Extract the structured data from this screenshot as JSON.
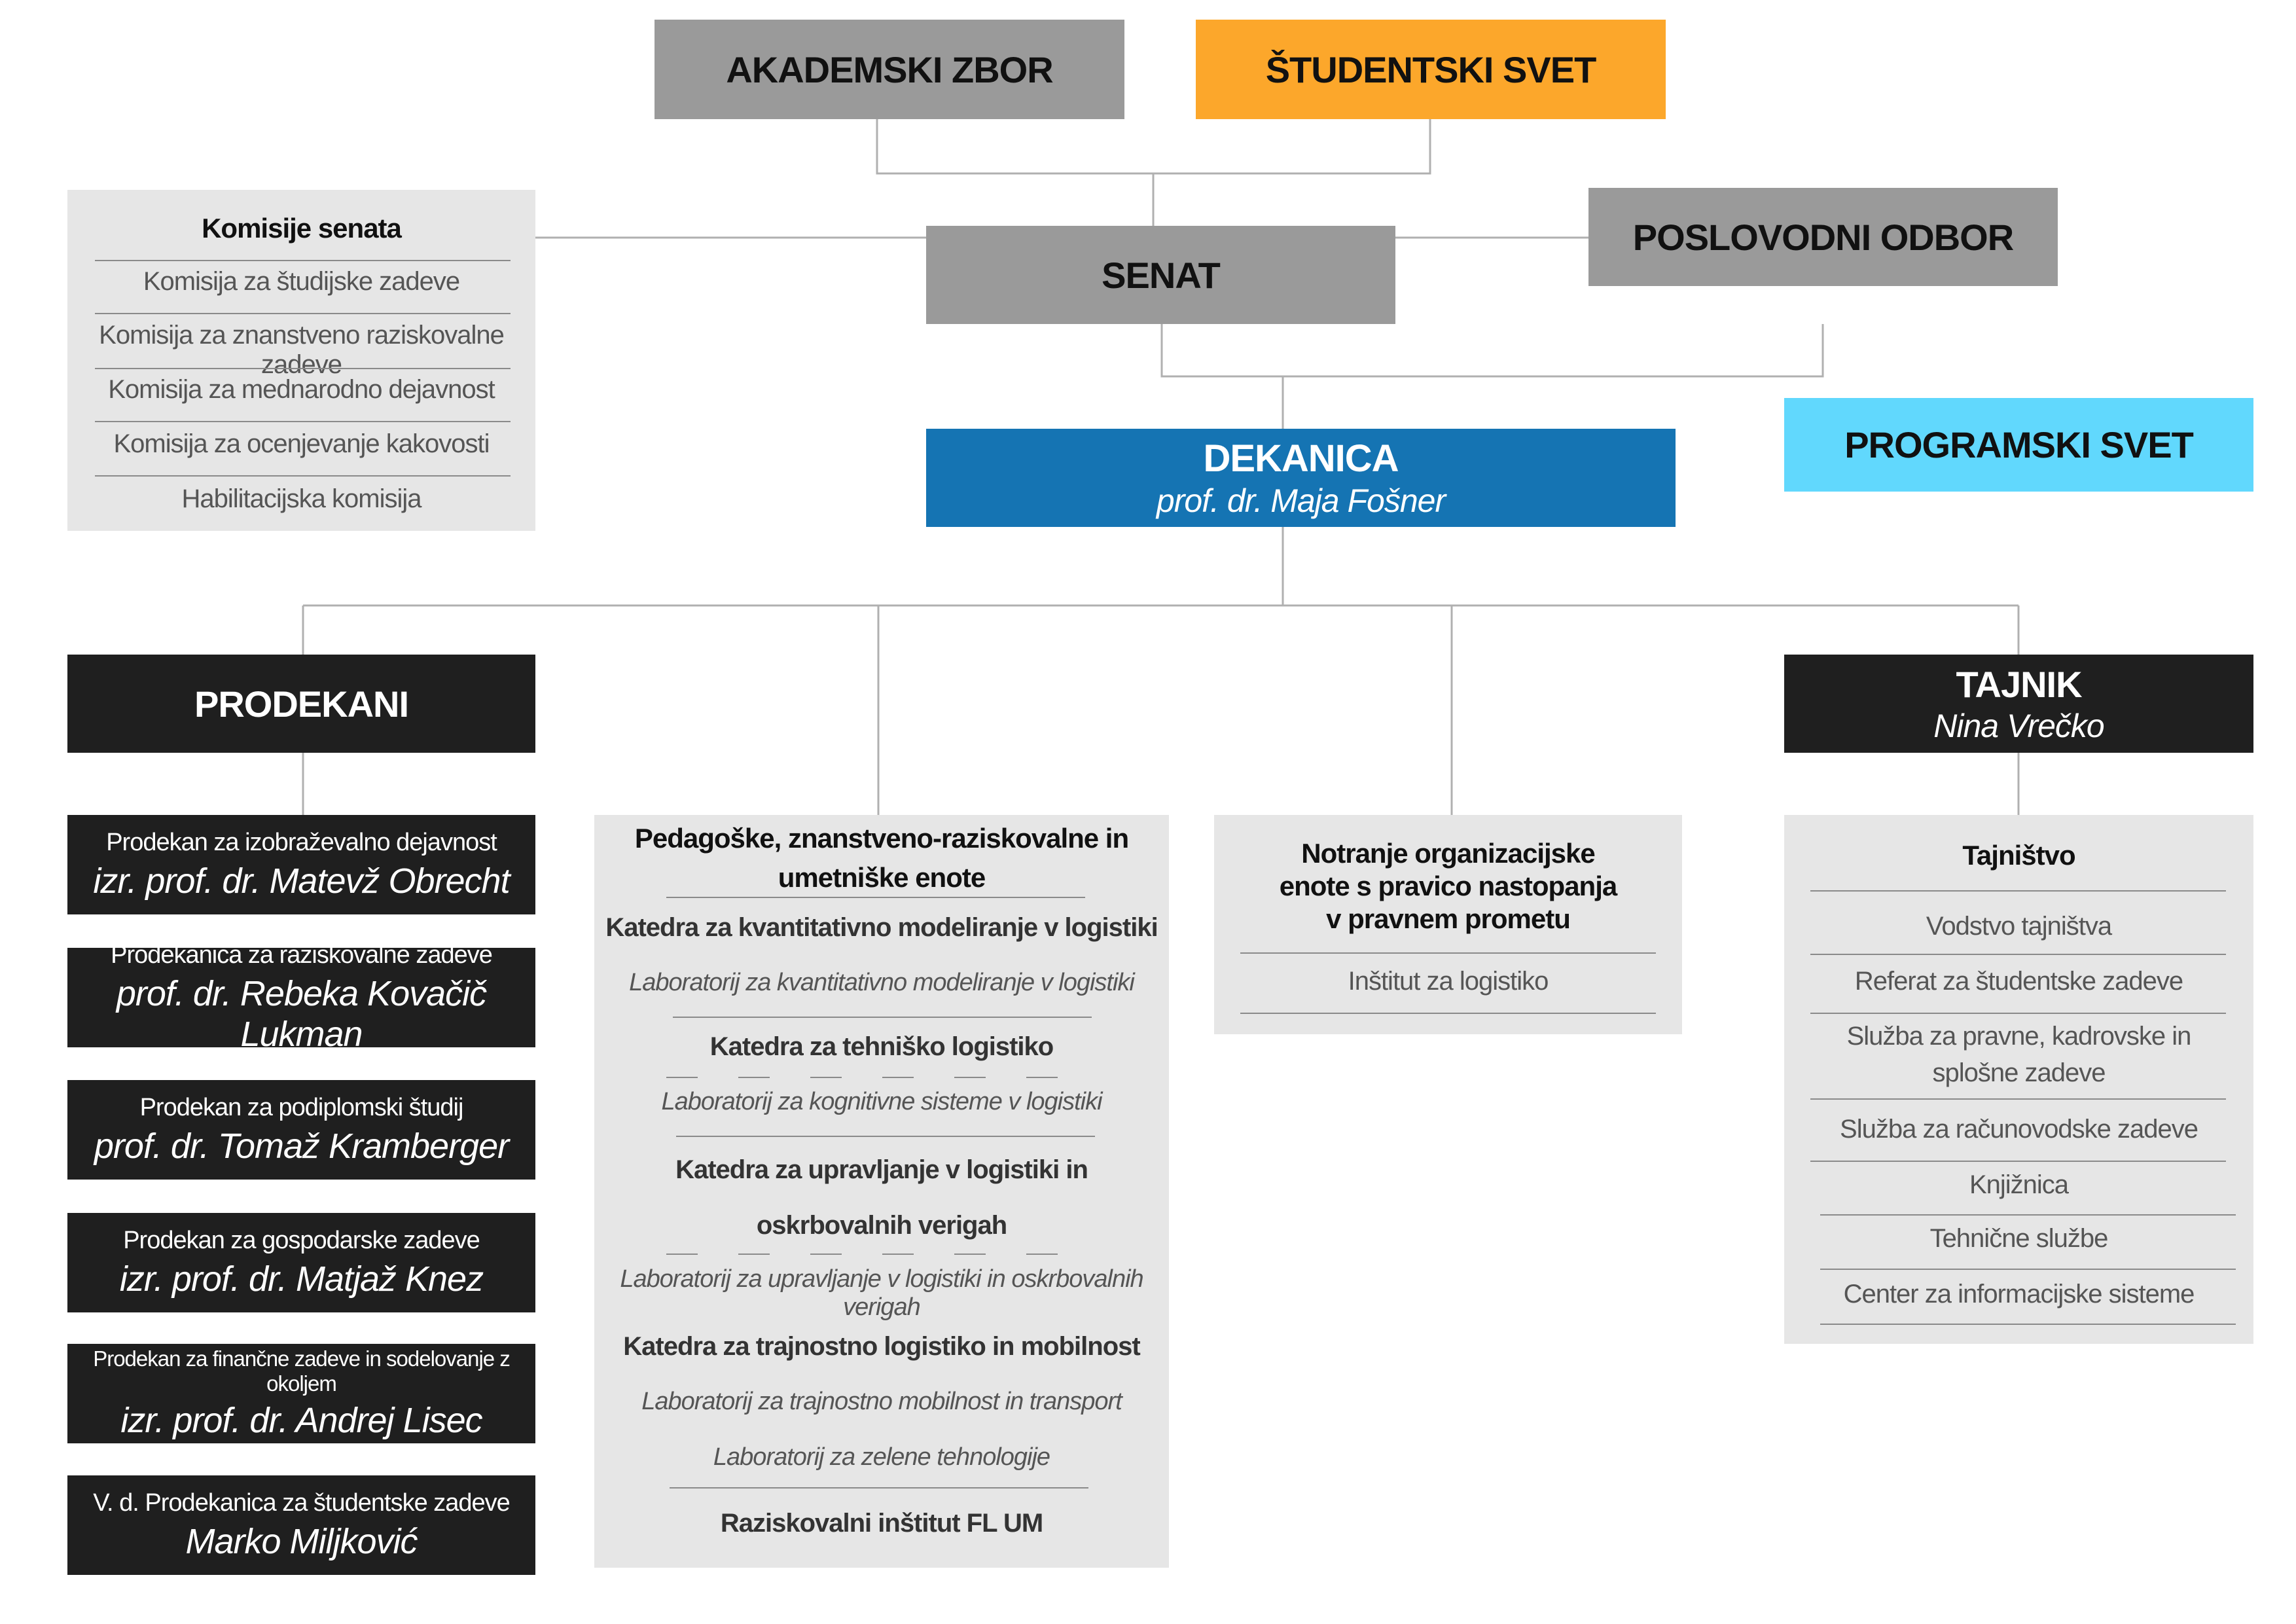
{
  "top": {
    "akademski_zbor": "AKADEMSKI ZBOR",
    "studentski_svet": "ŠTUDENTSKI SVET",
    "senat": "SENAT",
    "poslovodni_odbor": "POSLOVODNI ODBOR",
    "programski_svet": "PROGRAMSKI SVET"
  },
  "komisije": {
    "title": "Komisije senata",
    "items": [
      "Komisija za študijske zadeve",
      "Komisija za znanstveno raziskovalne zadeve",
      "Komisija za mednarodno dejavnost",
      "Komisija za ocenjevanje kakovosti",
      "Habilitacijska komisija"
    ]
  },
  "dekanica": {
    "title": "DEKANICA",
    "name": "prof. dr. Maja Fošner"
  },
  "prodekani": {
    "title": "PRODEKANI",
    "items": [
      {
        "role": "Prodekan za izobraževalno dejavnost",
        "name": "izr. prof. dr. Matevž Obrecht"
      },
      {
        "role": "Prodekanica za raziskovalne zadeve",
        "name": "prof. dr. Rebeka Kovačič Lukman"
      },
      {
        "role": "Prodekan za podiplomski študij",
        "name": "prof. dr. Tomaž Kramberger"
      },
      {
        "role": "Prodekan za gospodarske zadeve",
        "name": "izr. prof. dr. Matjaž Knez"
      },
      {
        "role": "Prodekan za finančne zadeve in sodelovanje z okoljem",
        "name": "izr. prof. dr. Andrej Lisec"
      },
      {
        "role": "V. d. Prodekanica za študentske zadeve",
        "name": "Marko Miljković"
      }
    ]
  },
  "enote": {
    "title_line1": "Pedagoške, znanstveno-raziskovalne in",
    "title_line2": "umetniške enote",
    "k1": "Katedra za kvantitativno modeliranje v logistiki",
    "k1_lab": "Laboratorij za kvantitativno modeliranje v logistiki",
    "k2": "Katedra za tehniško logistiko",
    "k2_lab": "Laboratorij za kognitivne sisteme v logistiki",
    "k3_line1": "Katedra za upravljanje v logistiki in",
    "k3_line2": "oskrbovalnih verigah",
    "k3_lab": "Laboratorij za upravljanje v logistiki in oskrbovalnih verigah",
    "k4": "Katedra za trajnostno logistiko in mobilnost",
    "k4_lab1": "Laboratorij za trajnostno mobilnost in transport",
    "k4_lab2": "Laboratorij za zelene tehnologije",
    "institut": "Raziskovalni inštitut FL UM"
  },
  "notranje": {
    "title_line1": "Notranje organizacijske",
    "title_line2": "enote s pravico nastopanja",
    "title_line3": "v pravnem prometu",
    "item": "Inštitut za logistiko"
  },
  "tajnik": {
    "title": "TAJNIK",
    "name": "Nina Vrečko"
  },
  "tajnistvo": {
    "title": "Tajništvo",
    "items": [
      "Vodstvo tajništva",
      "Referat za študentske zadeve",
      "Služba za pravne, kadrovske in",
      "splošne zadeve",
      "Služba za računovodske zadeve",
      "Knjižnica",
      "Tehnične službe",
      "Center za informacijske sisteme"
    ]
  },
  "colors": {
    "gray": "#9a9a9a",
    "orange": "#fca72b",
    "blue": "#1574b3",
    "cyan": "#61d8fd",
    "black": "#1f1f1f",
    "light": "#e6e6e6"
  }
}
